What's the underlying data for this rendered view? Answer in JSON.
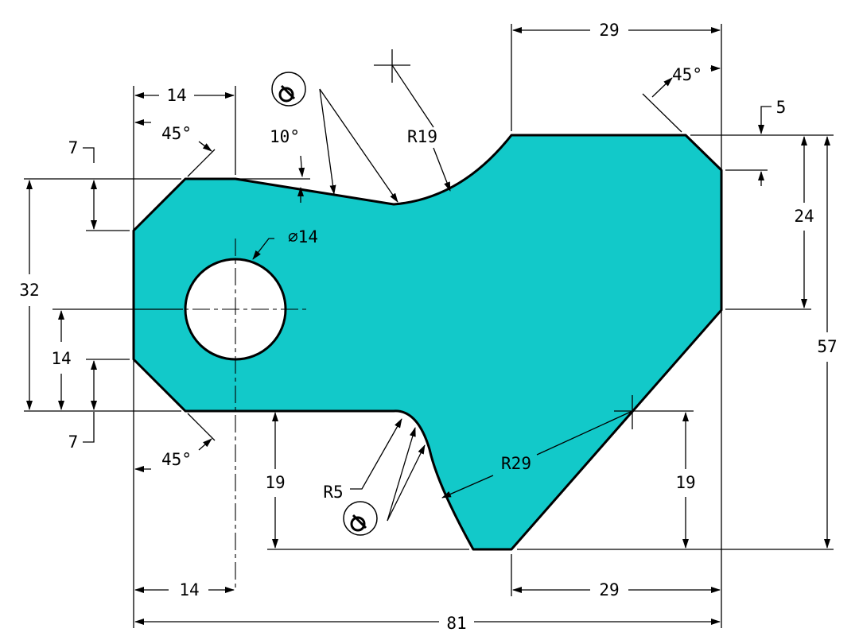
{
  "drawing": {
    "dimensions": {
      "top_width_29": "29",
      "angle_45_top_right": "45°",
      "chamfer_5": "5",
      "height_24": "24",
      "height_57": "57",
      "width_14_top": "14",
      "angle_45_top_left": "45°",
      "chamfer_7_top": "7",
      "angle_10": "10°",
      "radius_19": "R19",
      "diameter_14": "∅14",
      "height_32": "32",
      "height_14": "14",
      "chamfer_7_bottom": "7",
      "angle_45_bottom_left": "45°",
      "height_19_left": "19",
      "radius_5": "R5",
      "radius_29": "R29",
      "height_19_right": "19",
      "width_14_bottom": "14",
      "bottom_width_29": "29",
      "overall_width_81": "81"
    },
    "colors": {
      "part_fill": "#12c9c9",
      "outline": "#000000",
      "background": "#ffffff"
    },
    "symbols": [
      "tangent-symbol",
      "tangent-symbol"
    ]
  }
}
